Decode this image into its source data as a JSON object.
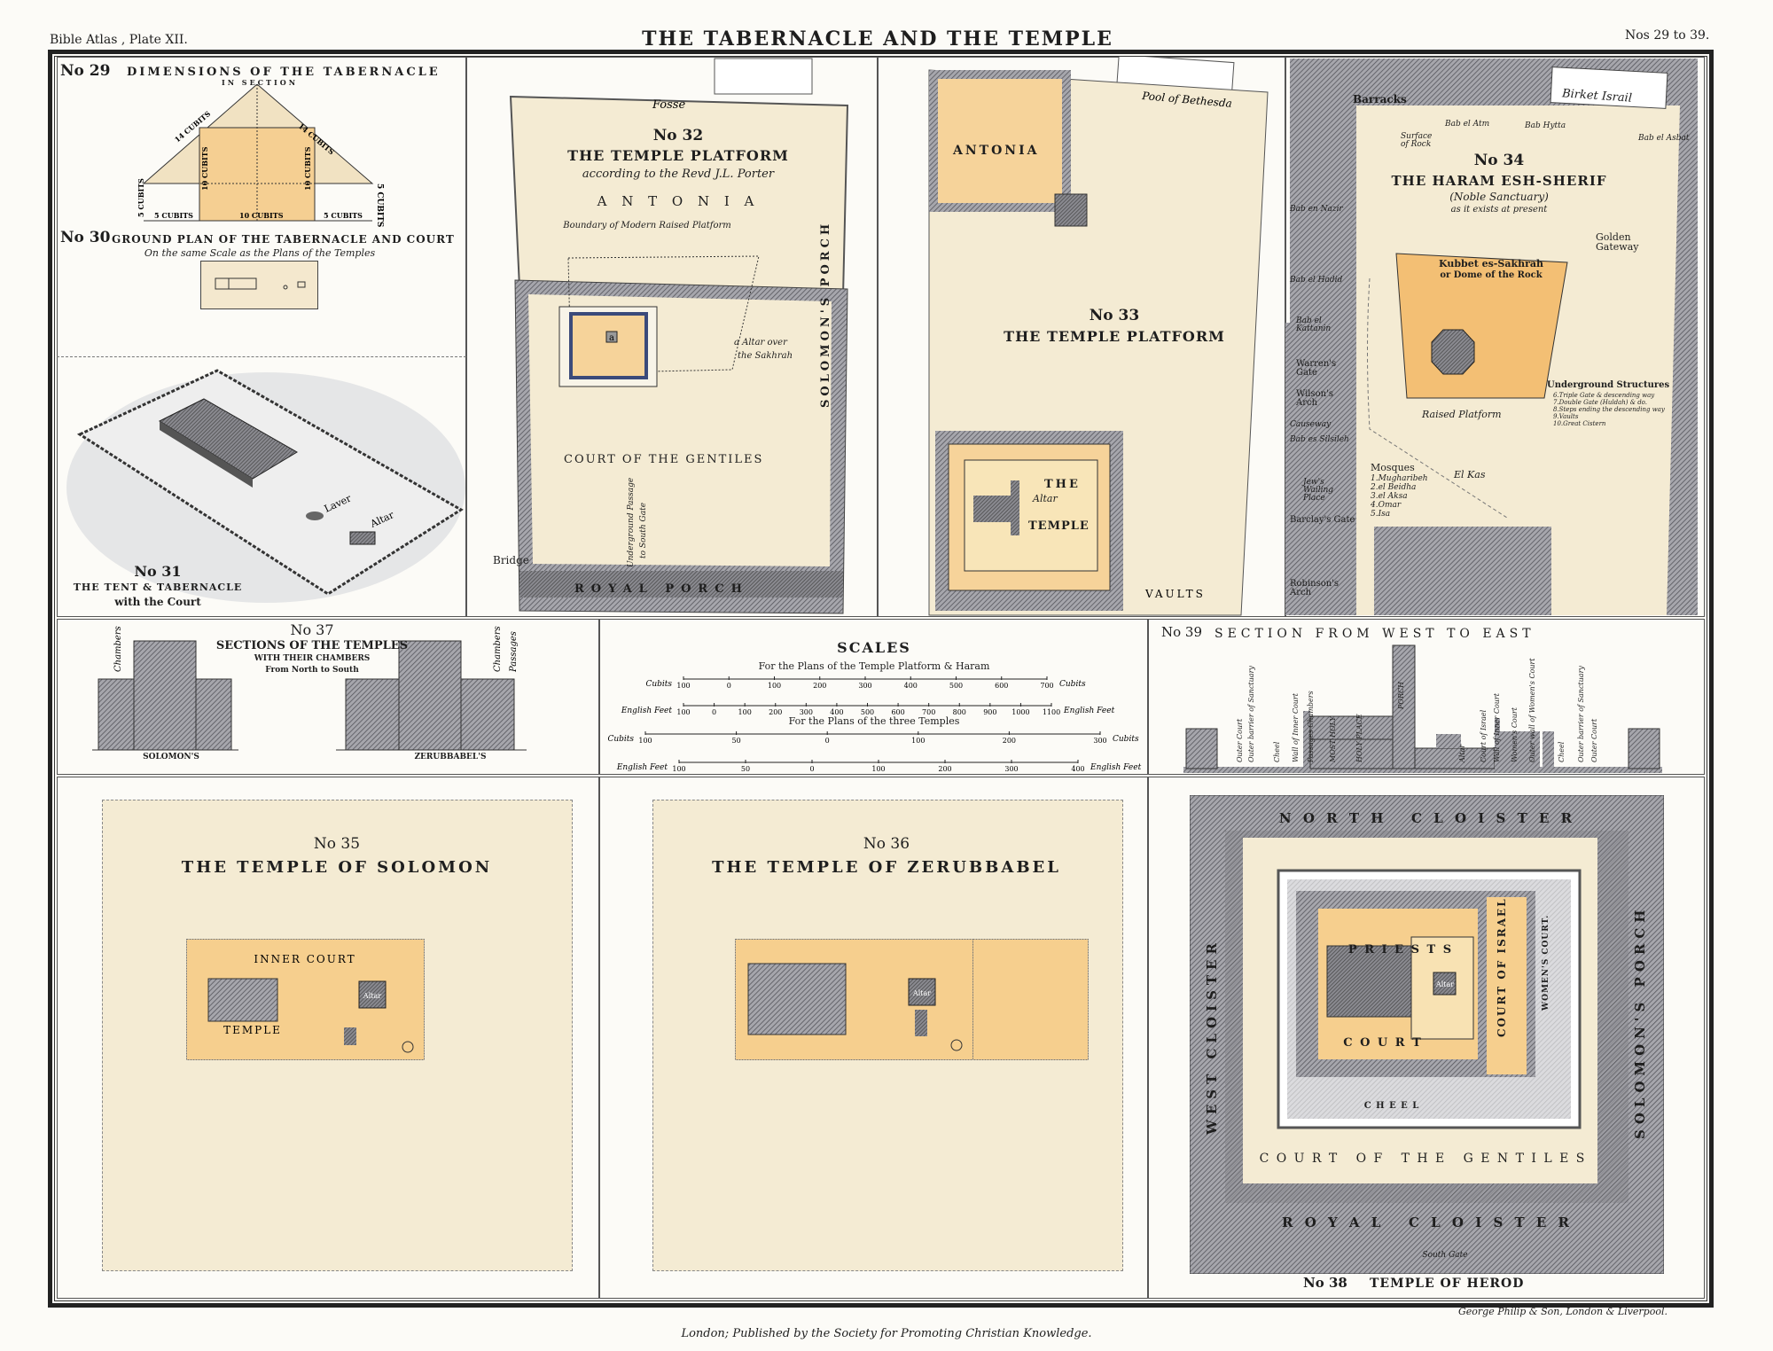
{
  "header": {
    "left": "Bible Atlas , Plate XII.",
    "title": "THE TABERNACLE AND THE TEMPLE",
    "right": "Nos 29 to 39."
  },
  "footer": {
    "engraver": "George Philip & Son, London & Liverpool.",
    "publisher": "London; Published by the Society for Promoting Christian Knowledge."
  },
  "colors": {
    "paper": "#fcfbf7",
    "cream": "#f4ebd3",
    "orange": "#f6cf8e",
    "hatch": "#7a7a80"
  },
  "p29": {
    "number": "No 29",
    "title": "DIMENSIONS OF THE TABERNACLE",
    "sub": "IN SECTION",
    "dims": [
      "14 CUBITS",
      "14 CUBITS",
      "10 CUBITS",
      "10 CUBITS",
      "5 CUBITS",
      "5 CUBITS",
      "5 CUBITS",
      "10 CUBITS",
      "5 CUBITS"
    ]
  },
  "p30": {
    "number": "No 30",
    "title": "GROUND PLAN OF THE TABERNACLE AND COURT",
    "sub": "On the same Scale as the Plans of the Temples"
  },
  "p31": {
    "number": "No 31",
    "title": "THE TENT & TABERNACLE",
    "sub": "with the Court",
    "laver": "Laver",
    "altar": "Altar"
  },
  "p32": {
    "number": "No 32",
    "title": "THE TEMPLE PLATFORM",
    "sub": "according to the Revd J.L. Porter",
    "antonia": "A N T O N I A",
    "fosse": "Fosse",
    "boundary": "Boundary of Modern Raised Platform",
    "altar_note_1": "a Altar over",
    "altar_note_2": "the Sakhrah",
    "a": "a",
    "court": "COURT OF THE GENTILES",
    "solomons": "SOLOMON'S PORCH",
    "royal": "ROYAL PORCH",
    "underground_1": "Underground Passage",
    "underground_2": "to South Gate",
    "bridge": "Bridge"
  },
  "p33": {
    "number": "No 33",
    "title": "THE TEMPLE PLATFORM",
    "antonia": "ANTONIA",
    "pool": "Pool of Bethesda",
    "the": "THE",
    "altar": "Altar",
    "temple": "TEMPLE",
    "vaults": "VAULTS"
  },
  "p34": {
    "number": "No 34",
    "title": "THE HARAM ESH-SHERIF",
    "sub1": "(Noble Sanctuary)",
    "sub2": "as it exists at present",
    "labels": [
      "Barracks",
      "Birket Israil",
      "Bab el Atm",
      "Bab Hytta",
      "Bab el Asbat",
      "Surface of Rock",
      "Bab en Nazir",
      "Bab el Hadid",
      "Bab el Kattanin",
      "Warren's Gate",
      "Wilson's Arch",
      "Causeway",
      "Bab es Silsileh",
      "Jew's Wailing Place",
      "Barclay's Gate",
      "Robinson's Arch",
      "Golden Gateway",
      "Kubbet es-Sakhrah",
      "or Dome of the Rock",
      "Raised Platform",
      "El Kas"
    ],
    "mosques_title": "Mosques",
    "mosques": [
      "1.Mugharibeh",
      "2.el Beidha",
      "3.el Aksa",
      "4.Omar",
      "5.Isa"
    ],
    "underground_title": "Underground Structures",
    "underground": [
      "6.Triple Gate & descending way",
      "7.Double Gate (Huldah) & do.",
      "8.Steps ending the descending way",
      "9.Vaults",
      "10.Great Cistern"
    ]
  },
  "p37": {
    "number": "No 37",
    "title": "SECTIONS OF THE TEMPLES",
    "sub1": "WITH THEIR CHAMBERS",
    "sub2": "From North to South",
    "left": "SOLOMON'S",
    "right": "ZERUBBABEL'S",
    "chambers": "Chambers",
    "passages": "Passages"
  },
  "scales": {
    "title": "SCALES",
    "sub1": "For the Plans of the Temple Platform & Haram",
    "sub2": "For the Plans of the three Temples",
    "bars": [
      {
        "unit": "Cubits",
        "end": "Cubits",
        "ticks": [
          "100",
          "0",
          "100",
          "200",
          "300",
          "400",
          "500",
          "600",
          "700"
        ]
      },
      {
        "unit": "English Feet",
        "end": "English Feet",
        "ticks": [
          "100",
          "0",
          "100",
          "200",
          "300",
          "400",
          "500",
          "600",
          "700",
          "800",
          "900",
          "1000",
          "1100"
        ]
      },
      {
        "unit": "Cubits",
        "end": "Cubits",
        "ticks": [
          "100",
          "50",
          "0",
          "100",
          "200",
          "300"
        ]
      },
      {
        "unit": "English Feet",
        "end": "English Feet",
        "ticks": [
          "100",
          "50",
          "0",
          "100",
          "200",
          "300",
          "400"
        ]
      }
    ]
  },
  "p39": {
    "number": "No 39",
    "title": "SECTION FROM WEST TO EAST",
    "labels": [
      "Outer Court",
      "Outer barrier of Sanctuary",
      "Cheel",
      "Wall of Inner Court",
      "Passages Chambers",
      "MOST HOLY",
      "HOLY PLACE",
      "PORCH",
      "Altar",
      "Court of Israel",
      "Wall of Inner Court",
      "Women's Court",
      "Outer wall of Women's Court",
      "Cheel",
      "Outer barrier of Sanctuary",
      "Outer Court"
    ]
  },
  "p35": {
    "number": "No 35",
    "title": "THE TEMPLE OF SOLOMON",
    "inner": "INNER COURT",
    "temple": "TEMPLE",
    "altar": "Altar"
  },
  "p36": {
    "number": "No 36",
    "title": "THE TEMPLE OF ZERUBBABEL",
    "altar": "Altar"
  },
  "p38": {
    "number": "No 38",
    "title": "TEMPLE OF HEROD",
    "north": "N O R T H   C L O I S T E R",
    "west": "WEST CLOISTER",
    "east": "SOLOMON'S PORCH",
    "royal": "R O Y A L   C L O I S T E R",
    "gentiles": "C O U R T   O F   T H E   G E N T I L E S",
    "priests": "P R I E S T S",
    "court": "C O U R T",
    "israel": "COURT OF ISRAEL",
    "women": "WOMEN'S COURT.",
    "cheel": "C H E E L",
    "altar": "Altar",
    "south_gate": "South Gate"
  }
}
